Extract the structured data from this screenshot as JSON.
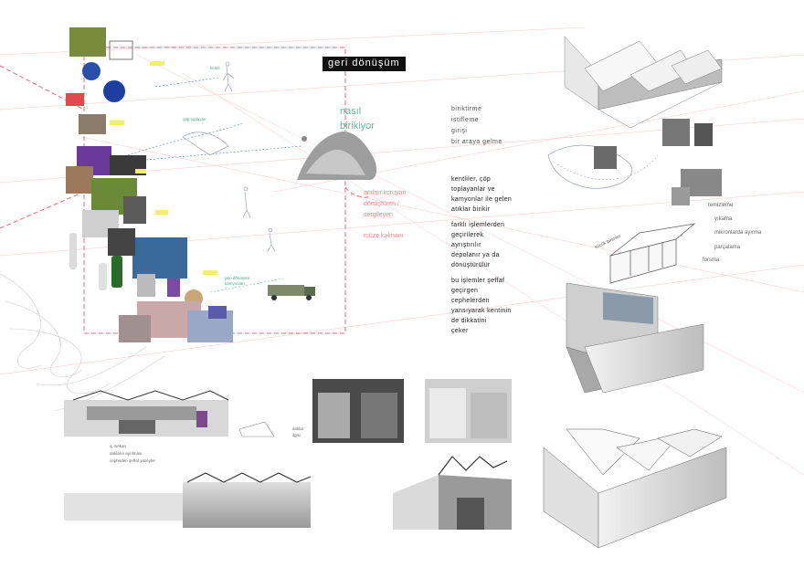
{
  "title": "geri dönüşüm",
  "heading": [
    "nasıl",
    "birikiyor"
  ],
  "steps": [
    "biriktirme",
    "istifleme",
    "girişi",
    "bir araya gelme"
  ],
  "pink_labels": [
    "anıları koruyan",
    "dönüştüren /",
    "sergileyen",
    "müze kalmanı"
  ],
  "paragraphs": [
    [
      "kentliler, çöp",
      "toplayanlar ve",
      "kamyonlar ile gelen",
      "atıklar birikir"
    ],
    [
      "farklı işlemlerden",
      "geçirilerek",
      "ayrıştırılır",
      "depolanır ya da",
      "dönüştürülür"
    ],
    [
      "bu işlemler şeffaf",
      "geçirgen",
      "cephelerden",
      "yansıyarak kentinin",
      "de dikkatini",
      "çeker"
    ]
  ],
  "process": [
    "temizleme",
    "yıkama",
    "mikronlarda ayırma",
    "parçalama",
    "forsma"
  ],
  "small_labels": {
    "kucuk_birimler": "küçük birimler",
    "geri_donusum_kamyonlari": [
      "geri dönüşüm",
      "kamyonları"
    ],
    "cop_toplayan": "çöp toplayan",
    "kentli": "kentli",
    "atiklar_ilgisi": [
      "atıklar",
      "ilgisi"
    ],
    "ic_mekan": [
      "iç mekan",
      "atıkların ayrılması",
      "cepheden şeffaf yüzeyler"
    ]
  },
  "colors": {
    "accent_green": "#5bbf9a",
    "accent_pink": "#f08a8a",
    "dash_line": "#e86a7a"
  }
}
